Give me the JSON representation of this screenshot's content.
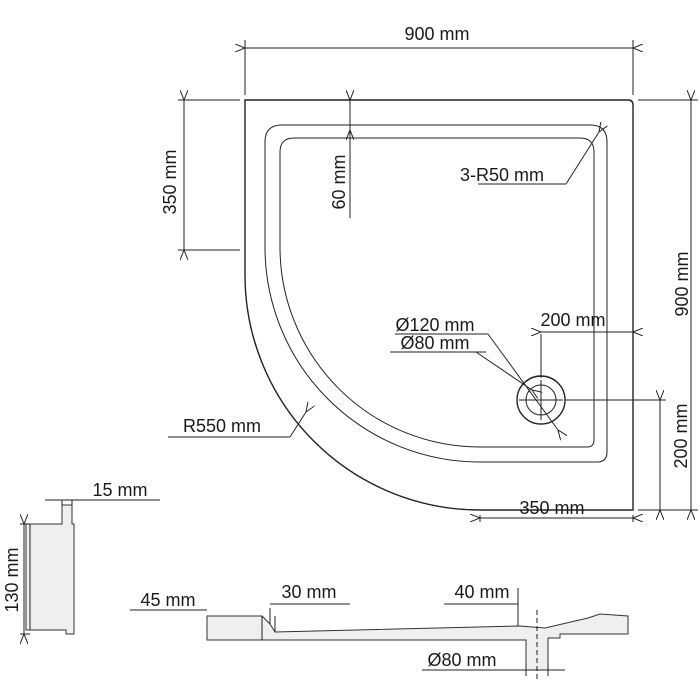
{
  "plan": {
    "width_label": "900 mm",
    "height_label": "900 mm",
    "straight_side_label": "350 mm",
    "rim_width_label": "60 mm",
    "corner_radius_label": "3-R50 mm",
    "drain_outer_label": "Ø120 mm",
    "drain_inner_label": "Ø80 mm",
    "drain_x_label": "200 mm",
    "drain_y_label": "200 mm",
    "bottom_straight_label": "350 mm",
    "arc_radius_label": "R550 mm"
  },
  "side_profile": {
    "wall_label": "15 mm",
    "height_label": "130 mm"
  },
  "section": {
    "base_label": "45 mm",
    "rim_left_label": "30 mm",
    "rim_right_label": "40 mm",
    "outlet_label": "Ø80 mm"
  }
}
